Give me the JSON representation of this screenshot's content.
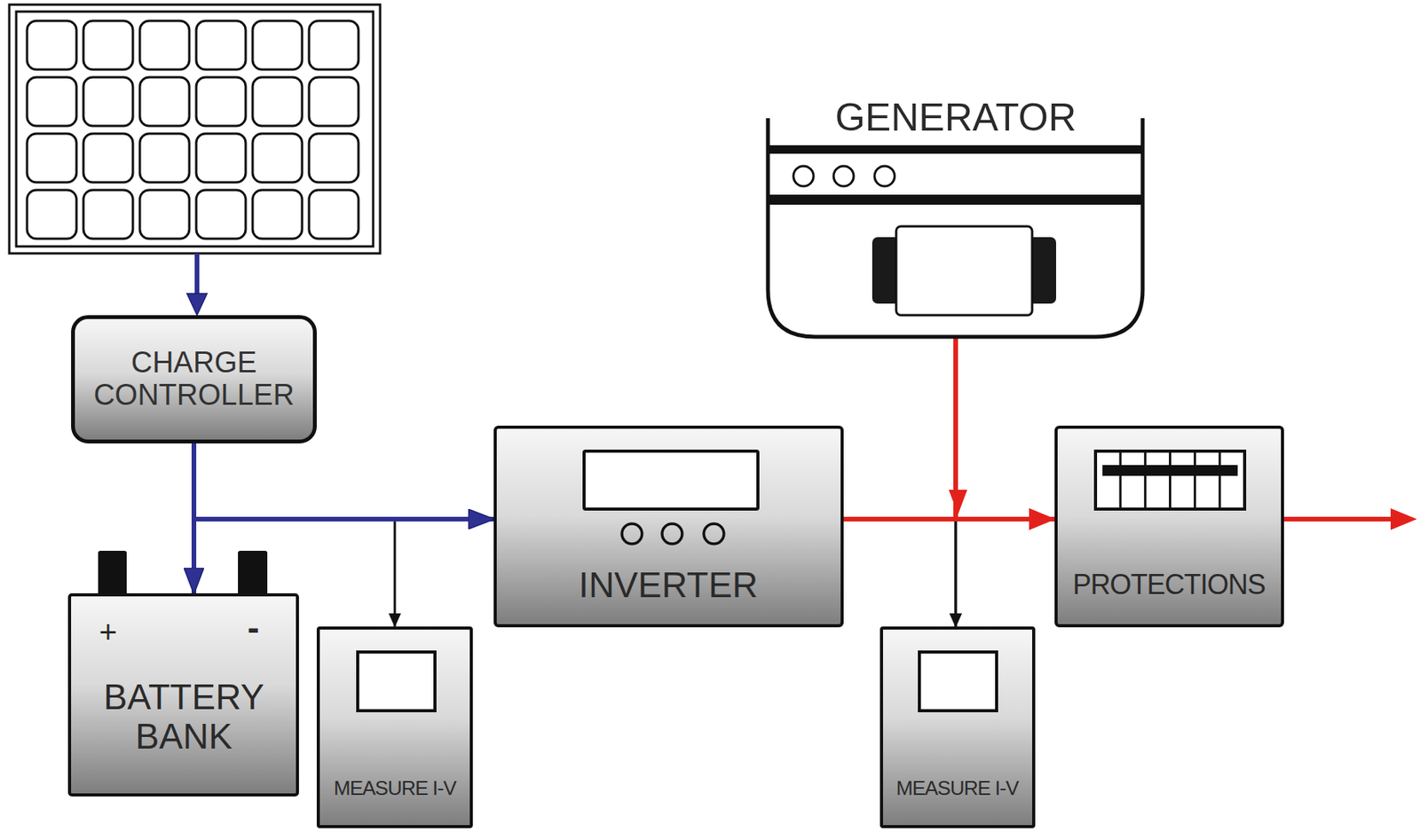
{
  "diagram": {
    "nodes": [
      {
        "text": [
          "GENERATOR"
        ]
      },
      {
        "text": [
          "CHARGE CONTROLLER"
        ]
      },
      {
        "text": [
          "INVERTER"
        ]
      },
      {
        "text": [
          "PROTECTIONS"
        ]
      },
      {
        "text": [
          "+",
          "-",
          "BATTERY BANK"
        ]
      },
      {
        "text": [
          "MEASURE I-V"
        ]
      },
      {
        "text": [
          "MEASURE I-V"
        ]
      }
    ],
    "edges": [
      {
        "from": 1,
        "to": 4,
        "arrow": "to"
      },
      {
        "from": 1,
        "to": 2,
        "arrow": "to"
      },
      {
        "from": 1,
        "to": 5,
        "arrow": "to"
      },
      {
        "from": 2,
        "to": 3,
        "arrow": "to"
      },
      {
        "from": 0,
        "to": 3,
        "arrow": "to"
      },
      {
        "from": 2,
        "to": 6,
        "arrow": "to"
      },
      {
        "from": 0,
        "to": 6,
        "arrow": "to"
      }
    ]
  }
}
